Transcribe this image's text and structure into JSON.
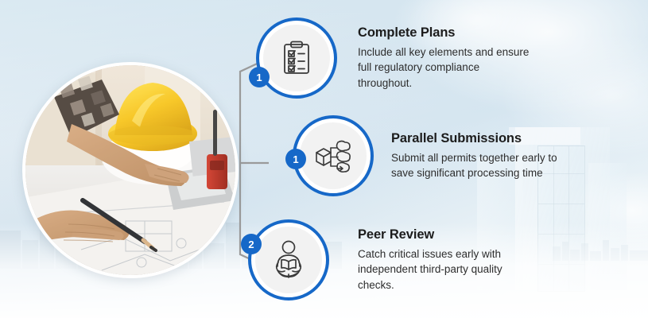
{
  "theme": {
    "accent_blue": "#1668c8",
    "badge_blue": "#1668c8",
    "connector_gray": "#9a9a9a",
    "title_color": "#1c1c1c",
    "body_color": "#2d2d2d",
    "background": "#dfeaf2"
  },
  "photo": {
    "alt": "Architect reviewing blueprints with pencil, yellow hard hat, laptop and radio on desk"
  },
  "steps": [
    {
      "badge": "1",
      "icon": "clipboard-checklist-icon",
      "title": "Complete Plans",
      "description": "Include all key elements and ensure full regulatory compliance throughout."
    },
    {
      "badge": "1",
      "icon": "parallel-distribution-icon",
      "title": "Parallel Submissions",
      "description": "Submit all permits together early to save significant processing time"
    },
    {
      "badge": "2",
      "icon": "person-reading-icon",
      "title": "Peer Review",
      "description": "Catch critical issues early with independent third-party quality checks."
    }
  ]
}
